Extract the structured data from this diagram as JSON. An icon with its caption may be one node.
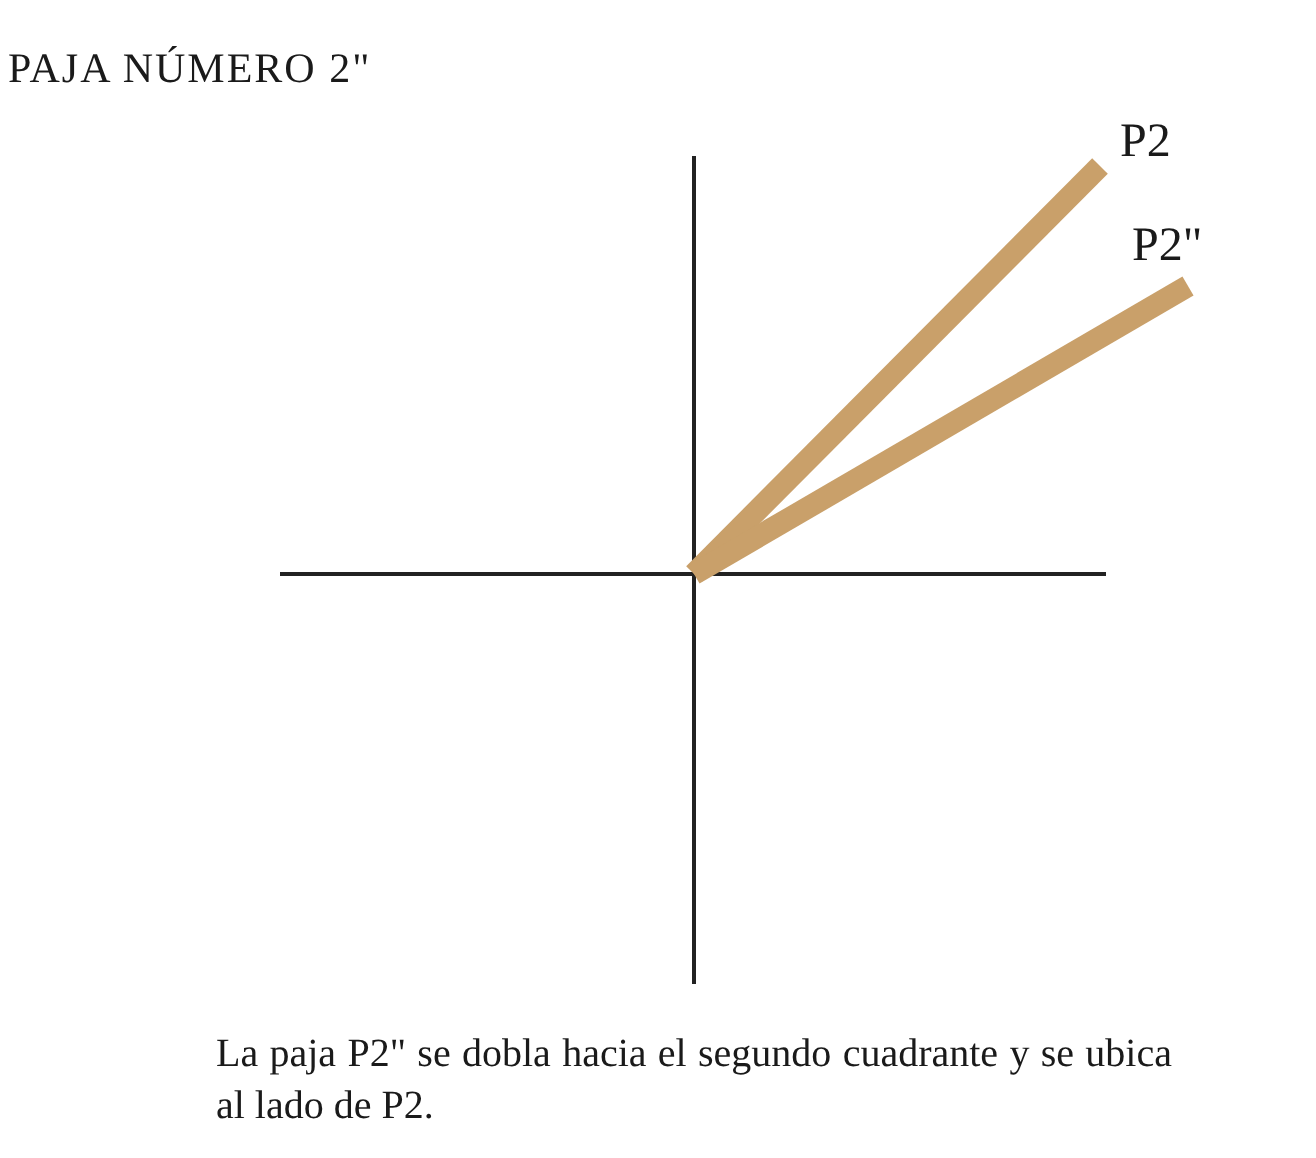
{
  "diagram": {
    "title": "PAJA NÚMERO 2\"",
    "caption": "La paja P2\" se dobla hacia el segundo cuadrante y se ubica al lado de P2.",
    "labels": [
      "P2",
      "P2\""
    ]
  }
}
